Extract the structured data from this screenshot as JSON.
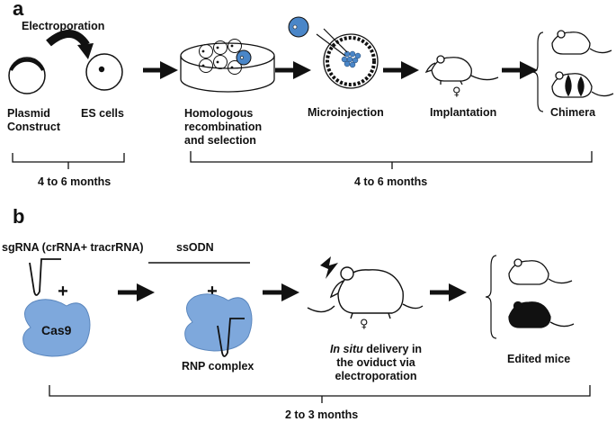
{
  "panel_a": {
    "letter": "a",
    "electroporation": "Electroporation",
    "plasmid": [
      "Plasmid",
      "Construct"
    ],
    "es_cells": "ES cells",
    "homologous": [
      "Homologous",
      "recombination",
      "and selection"
    ],
    "microinjection": "Microinjection",
    "implantation": "Implantation",
    "chimera": "Chimera",
    "female_symbol": "♀",
    "duration_left": "4 to 6 months",
    "duration_right": "4 to 6 months"
  },
  "panel_b": {
    "letter": "b",
    "sgrna": "sgRNA (crRNA+ tracrRNA)",
    "ssodn": "ssODN",
    "plus": "+",
    "cas9": "Cas9",
    "rnp": "RNP complex",
    "delivery_italic": "In situ",
    "delivery_rest": " delivery in",
    "delivery_line2": "the oviduct via",
    "delivery_line3": "electroporation",
    "edited": "Edited mice",
    "female_symbol": "♀",
    "duration": "2 to 3 months"
  },
  "colors": {
    "cell_blue": "#4a86c8",
    "cas9_blue": "#7ea8dc",
    "ink": "#111111"
  }
}
